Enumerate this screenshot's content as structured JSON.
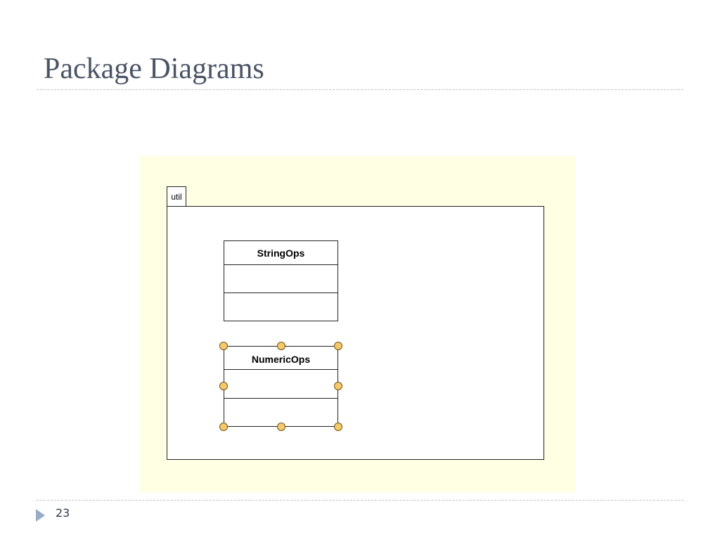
{
  "slide": {
    "title": "Package Diagrams",
    "page_number": "23"
  },
  "diagram": {
    "package": {
      "name": "util"
    },
    "classes": [
      {
        "name": "StringOps",
        "selected": false
      },
      {
        "name": "NumericOps",
        "selected": true
      }
    ],
    "colors": {
      "canvas_background": "#ffffe3",
      "selection_handle": "#f7c96a",
      "line": "#222222"
    }
  }
}
